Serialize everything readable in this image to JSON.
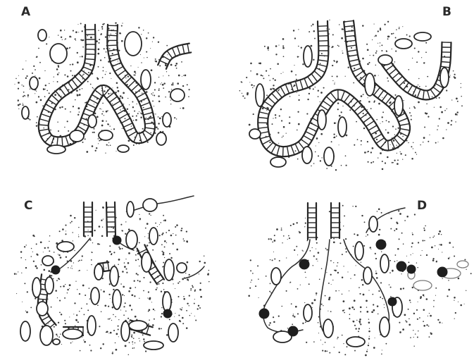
{
  "panels": [
    {
      "letter": "A"
    },
    {
      "letter": "B"
    },
    {
      "letter": "C"
    },
    {
      "letter": "D"
    }
  ],
  "colors": {
    "ink": "#262626",
    "paper": "#ffffff",
    "dark_cell": "#1e1e1e"
  }
}
